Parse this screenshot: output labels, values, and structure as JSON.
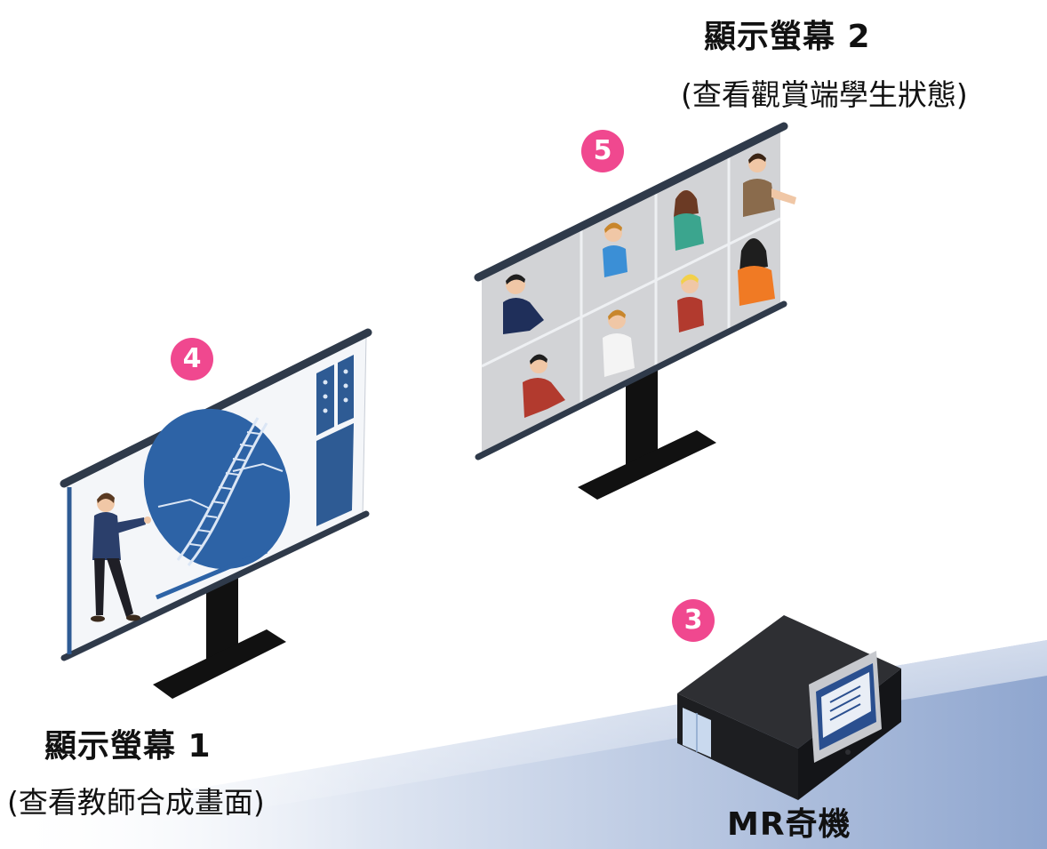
{
  "screen1": {
    "title": "顯示螢幕 1",
    "subtitle": "(查看教師合成畫面)",
    "badge": "4"
  },
  "screen2": {
    "title": "顯示螢幕 2",
    "subtitle": "(查看觀賞端學生狀態)",
    "badge": "5"
  },
  "device": {
    "label": "MR奇機",
    "badge": "3"
  },
  "colors": {
    "badge": "#f0488f",
    "screen_frame": "#2f3a4a",
    "panel_blue": "#2e5b94",
    "circle_blue": "#2d63a6",
    "stand": "#111111",
    "floor_blue": "#8fa6cf"
  },
  "icons": [
    "teacher-figure",
    "dna-helix-icon",
    "student-avatar",
    "mr-device-icon"
  ]
}
